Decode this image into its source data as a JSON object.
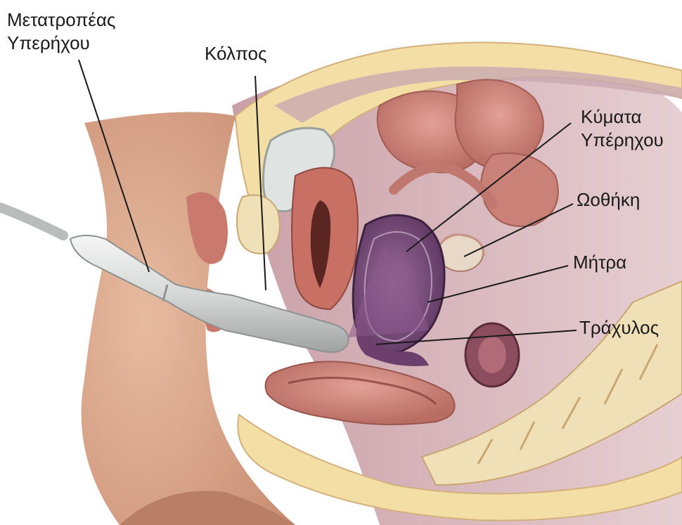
{
  "labels": {
    "transducer": [
      "Μετατροπέας",
      "Υπερήχου"
    ],
    "vagina": "Κόλπος",
    "ultrasound_waves": [
      "Κύματα",
      "Υπέρηχου"
    ],
    "ovary": "Ωοθήκη",
    "uterus": "Μήτρα",
    "cervix": "Τράχυλος"
  },
  "colors": {
    "background": "#ffffff",
    "skin": "#d9a68a",
    "fat": "#f3dfa6",
    "organ_pink": "#d38a7f",
    "uterus_purple": "#7b4a7e",
    "probe_gray": "#d7d9d8",
    "bone": "#efe0b8",
    "leader_line": "#1a1a1a"
  }
}
